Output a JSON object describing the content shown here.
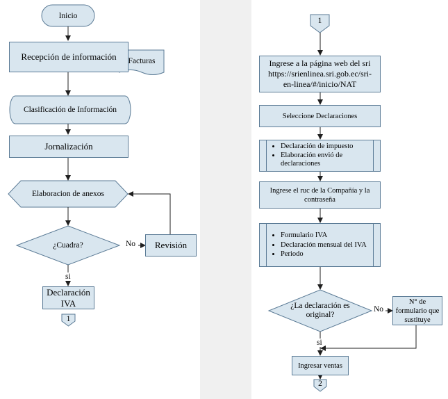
{
  "left_flow": {
    "start": "Inicio",
    "reception": "Recepción de información",
    "document": "Facturas",
    "classification": "Clasificación de Información",
    "journalization": "Jornalización",
    "annexes": "Elaboracion de anexos",
    "decision": "¿Cuadra?",
    "no_label": "No",
    "review": "Revisión",
    "yes_label": "si",
    "declaration_line1": "Declaración",
    "declaration_line2": "IVA",
    "connector": "1"
  },
  "right_flow": {
    "connector_in": "1",
    "step1_line1": "Ingrese a la página web del sri",
    "step1_line2": "https://srienlinea.sri.gob.ec/sri-",
    "step1_line3": "en-linea/#/inicio/NAT",
    "step2": "Seleccione Declaraciones",
    "step3_items": [
      "Declaración de impuesto",
      "Elaboración envió de declaraciones"
    ],
    "step4_line1": "Ingrese el ruc de la Compañía y la",
    "step4_line2": "contraseña",
    "step5_items": [
      "Formulario IVA",
      "Declaración mensual del IVA",
      "Periodo"
    ],
    "decision_line1": "¿La declaración es",
    "decision_line2": "original?",
    "no_label": "No",
    "form_line1": "N° de",
    "form_line2": "formulario que",
    "form_line3": "sustituye",
    "yes_label": "si",
    "step6": "Ingresar ventas",
    "connector_out": "2"
  },
  "colors": {
    "shape_fill": "#d9e6ef",
    "shape_border": "#5a7a95",
    "line": "#1f1f1f",
    "panel_gap": "#f0f0f0"
  }
}
